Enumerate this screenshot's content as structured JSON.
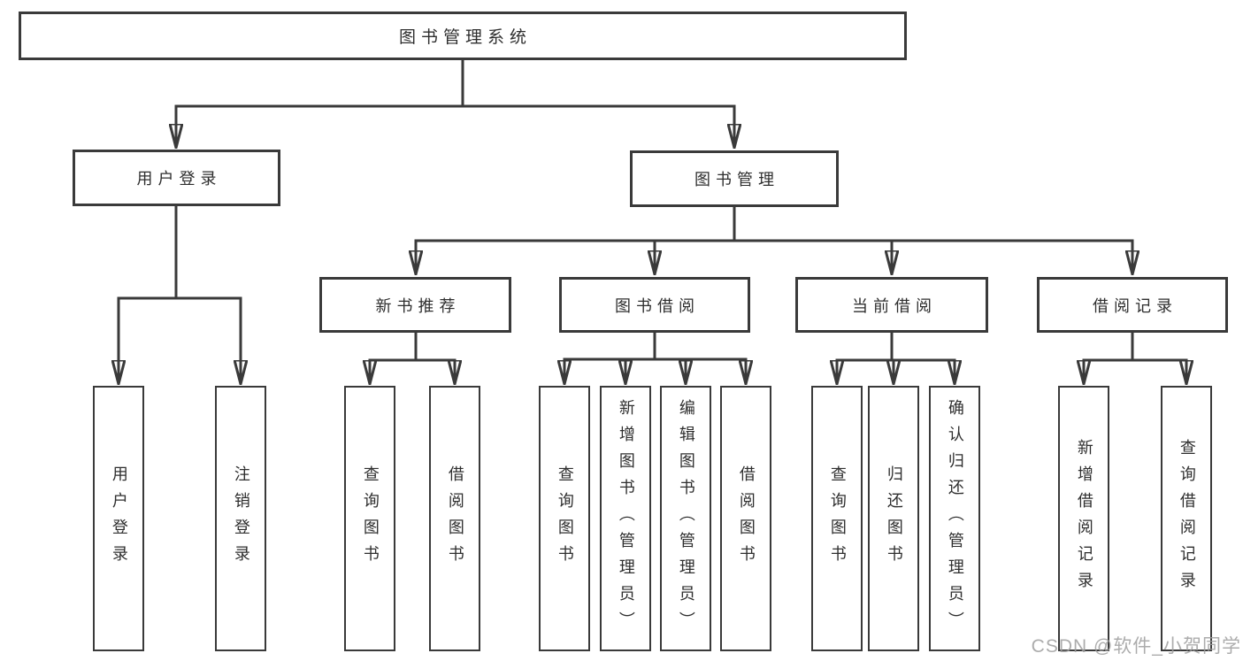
{
  "diagram": {
    "type": "hierarchy-tree",
    "colors": {
      "background": "#ffffff",
      "line": "#3a3a3a",
      "text": "#2e2e2e",
      "watermark": "#9e9e9e"
    },
    "watermark": "CSDN @软件_小贺同学",
    "tree": {
      "label": "图书管理系统",
      "children": [
        {
          "label": "用户登录",
          "children": [
            {
              "label": "用户登录"
            },
            {
              "label": "注销登录"
            }
          ]
        },
        {
          "label": "图书管理",
          "children": [
            {
              "label": "新书推荐",
              "children": [
                {
                  "label": "查询图书"
                },
                {
                  "label": "借阅图书"
                }
              ]
            },
            {
              "label": "图书借阅",
              "children": [
                {
                  "label": "查询图书"
                },
                {
                  "label": "新增图书（管理员）"
                },
                {
                  "label": "编辑图书（管理员）"
                },
                {
                  "label": "借阅图书"
                }
              ]
            },
            {
              "label": "当前借阅",
              "children": [
                {
                  "label": "查询图书"
                },
                {
                  "label": "归还图书"
                },
                {
                  "label": "确认归还（管理员）"
                }
              ]
            },
            {
              "label": "借阅记录",
              "children": [
                {
                  "label": "新增借阅记录"
                },
                {
                  "label": "查询借阅记录"
                }
              ]
            }
          ]
        }
      ]
    }
  }
}
